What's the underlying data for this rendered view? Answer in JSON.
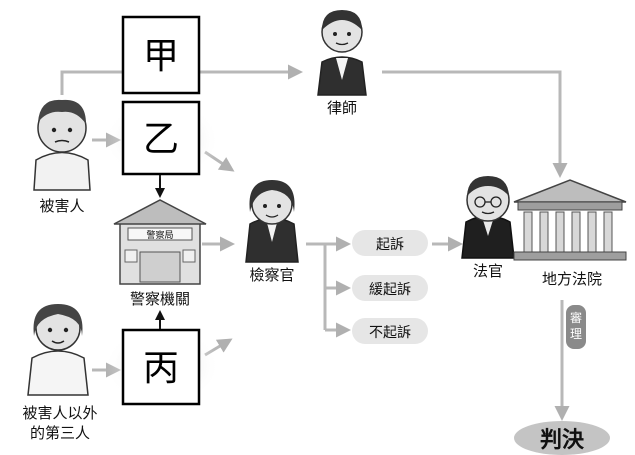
{
  "boxes": {
    "a": "甲",
    "b": "乙",
    "c": "丙"
  },
  "people": {
    "victim": "被害人",
    "third_party_line1": "被害人以外",
    "third_party_line2": "的第三人",
    "lawyer": "律師",
    "prosecutor": "檢察官",
    "judge": "法官"
  },
  "places": {
    "police": "警察機關",
    "police_sign": "警察局",
    "court": "地方法院"
  },
  "outcomes": {
    "indict": "起訴",
    "deferred": "緩起訴",
    "no_indict": "不起訴"
  },
  "trial": "審理",
  "verdict": "判決",
  "colors": {
    "arrow": "#b8b8b8",
    "pill": "#e6e6e6",
    "verdict_bg": "#c4c4c4",
    "trial_bg": "#8a8a8a",
    "box_border": "#000000"
  }
}
